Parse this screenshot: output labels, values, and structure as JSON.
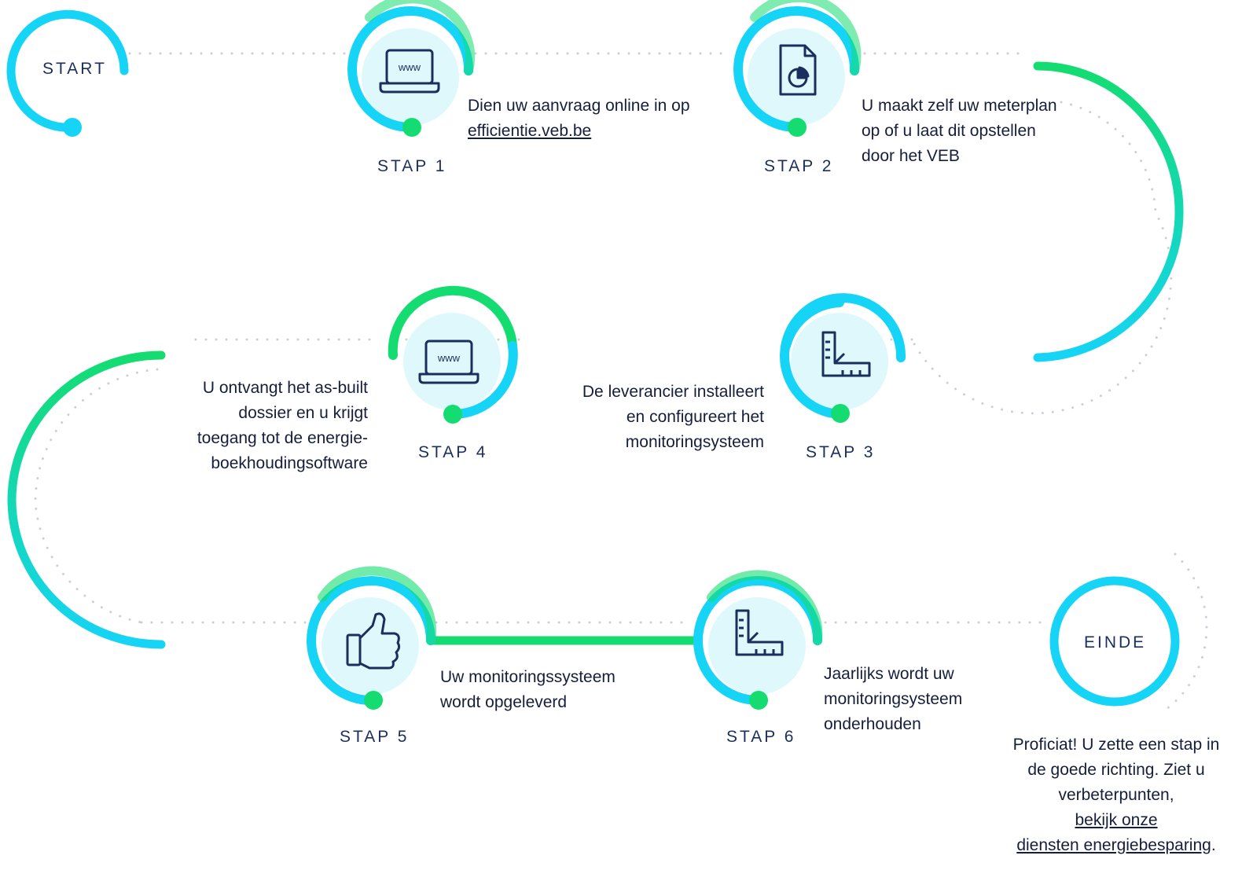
{
  "colors": {
    "cyan": "#15d4f6",
    "green": "#14dc70",
    "circle_fill": "#dff8fc",
    "navy": "#1b2f5e",
    "dots": "#c9cfd6"
  },
  "start": {
    "label": "START"
  },
  "end": {
    "label": "EINDE",
    "text_line1": "Proficiat! U zette een stap in",
    "text_line2": "de goede richting. Ziet u",
    "text_line3": "verbeterpunten,",
    "link_line1": "bekijk onze ",
    "link_line2": "diensten energiebesparing",
    "link_suffix": "."
  },
  "steps": [
    {
      "label": "STAP 1",
      "icon": "www-laptop-icon",
      "text_line1": "Dien uw aanvraag online in op",
      "link": "efficientie.veb.be"
    },
    {
      "label": "STAP 2",
      "icon": "document-pie-chart-icon",
      "text_line1": "U maakt zelf uw meterplan",
      "text_line2": "op of u laat dit opstellen",
      "text_line3": "door het VEB"
    },
    {
      "label": "STAP 3",
      "icon": "ruler-square-icon",
      "text_line1": "De leverancier installeert",
      "text_line2": "en configureert het",
      "text_line3": "monitoringsysteem"
    },
    {
      "label": "STAP 4",
      "icon": "www-laptop-icon",
      "text_line1": "U ontvangt het as-built",
      "text_line2": "dossier en u krijgt",
      "text_line3": "toegang tot de energie-",
      "text_line4": "boekhoudingsoftware"
    },
    {
      "label": "STAP 5",
      "icon": "thumbs-up-icon",
      "text_line1": "Uw monitoringssysteem",
      "text_line2": "wordt opgeleverd"
    },
    {
      "label": "STAP 6",
      "icon": "ruler-square-icon",
      "text_line1": "Jaarlijks wordt uw",
      "text_line2": "monitoringsysteem",
      "text_line3": "onderhouden"
    }
  ]
}
